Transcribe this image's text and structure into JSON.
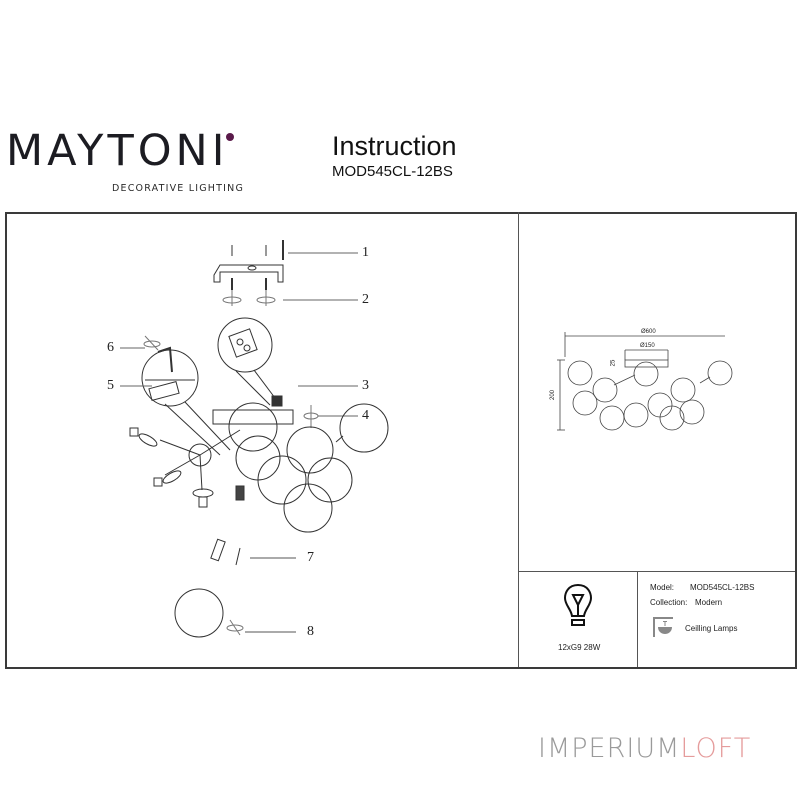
{
  "header": {
    "brand": "MAYTONI",
    "brand_tagline": "DECORATIVE LIGHTING",
    "title": "Instruction",
    "model_code": "MOD545CL-12BS"
  },
  "assembly_diagram": {
    "callouts": [
      {
        "number": "1",
        "part": "mounting-screws"
      },
      {
        "number": "2",
        "part": "bracket-screws"
      },
      {
        "number": "3",
        "part": "wire-connector"
      },
      {
        "number": "4",
        "part": "canopy-fixing"
      },
      {
        "number": "5",
        "part": "arm-hex-screw"
      },
      {
        "number": "6",
        "part": "hex-key"
      },
      {
        "number": "7",
        "part": "g9-bulb"
      },
      {
        "number": "8",
        "part": "glass-shade"
      }
    ]
  },
  "dimension_drawing": {
    "overall_diameter": "Ø600",
    "canopy_diameter": "Ø150",
    "canopy_height": "25",
    "overall_height": "200"
  },
  "info": {
    "bulb_spec": "12xG9 28W",
    "model_label": "Model:",
    "model_value": "MOD545CL-12BS",
    "collection_label": "Collection:",
    "collection_value": "Modern",
    "category": "Ceilling Lamps",
    "icons": [
      "bulb-icon",
      "ceiling-lamp-icon"
    ]
  },
  "watermark": {
    "part1": "IMPERIUM",
    "part2": "LOFT",
    "colors": {
      "part1": "#9a9a9a",
      "part2": "#e59c9c"
    }
  },
  "colors": {
    "brand_accent": "#5a1a4a",
    "line": "#3a3a3a"
  }
}
